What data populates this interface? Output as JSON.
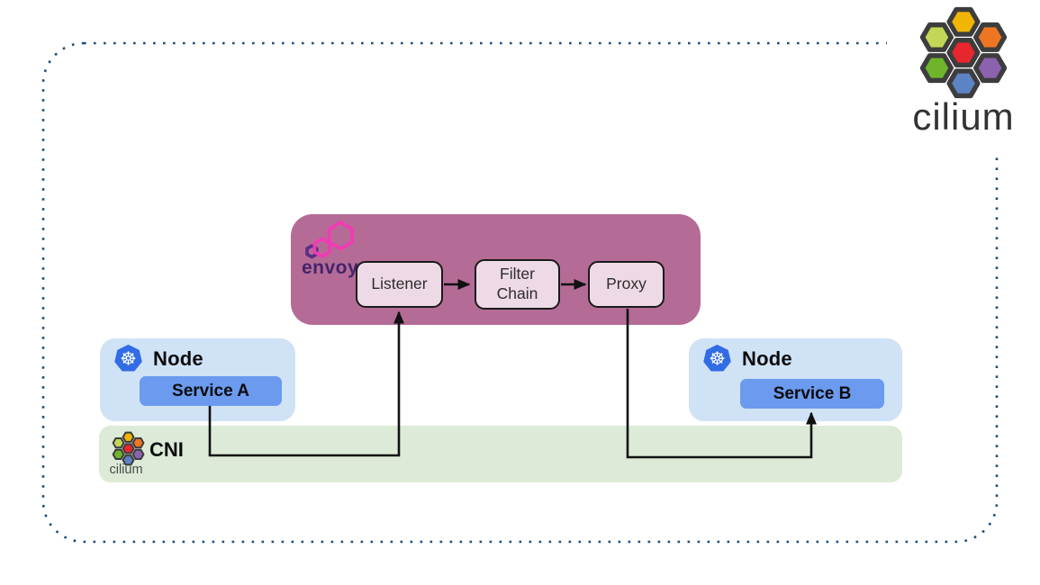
{
  "brand": {
    "wordmark": "cilium"
  },
  "envoy": {
    "brand": "envoy",
    "steps": [
      {
        "label": "Listener"
      },
      {
        "label": "Filter Chain"
      },
      {
        "label": "Proxy"
      }
    ]
  },
  "nodes": {
    "left": {
      "label": "Node",
      "service": "Service A"
    },
    "right": {
      "label": "Node",
      "service": "Service B"
    }
  },
  "cni": {
    "label": "CNI",
    "brand": "cilium"
  },
  "flows": [
    {
      "from": "Service A",
      "to": "Listener",
      "via": "CNI"
    },
    {
      "from": "Listener",
      "to": "Filter Chain"
    },
    {
      "from": "Filter Chain",
      "to": "Proxy"
    },
    {
      "from": "Proxy",
      "to": "Service B",
      "via": "CNI"
    }
  ],
  "icons": {
    "kubernetes_glyph": "☸",
    "kubernetes": "kubernetes-icon",
    "cilium_flower": "cilium-hexagon-flower-icon",
    "envoy_hexagons": "envoy-hexagon-icon"
  },
  "colors": {
    "border_dots": "#1c4e79",
    "envoy_container": "#b46c96",
    "process_box_fill": "#eed9e6",
    "process_box_border": "#1a1a1a",
    "node_bg": "#cfe2f6",
    "service_bg": "#6b9aef",
    "cni_bg": "#dcead7",
    "arrow": "#111111",
    "k8s_blue": "#326ce5",
    "hex_stroke": "#3d3d3d",
    "hex_yellow": "#f0b505",
    "hex_lgreen": "#c3d655",
    "hex_orange": "#ee7623",
    "hex_red": "#e8262d",
    "hex_green": "#6fb52c",
    "hex_purple": "#8b62ae",
    "hex_blue": "#5c83c4",
    "envoy_pink": "#f03cb4",
    "envoy_deep": "#5b2d83",
    "envoy_text": "#46246b",
    "wordmark_text": "#333333"
  }
}
